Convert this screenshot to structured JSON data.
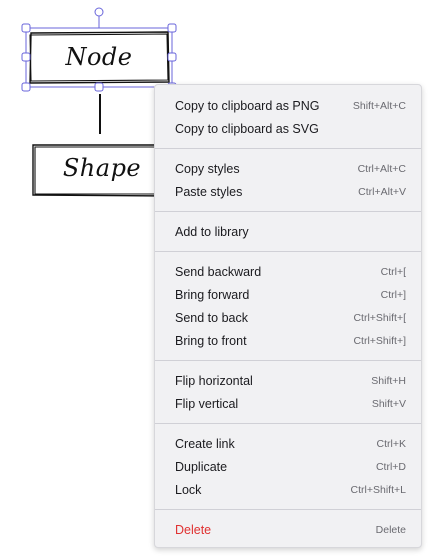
{
  "canvas": {
    "nodes": [
      {
        "label": "Node",
        "selected": true
      },
      {
        "label": "Shape",
        "selected": false
      }
    ],
    "selection_color": "#6965db"
  },
  "context_menu": {
    "groups": [
      [
        {
          "label": "Copy to clipboard as PNG",
          "shortcut": "Shift+Alt+C"
        },
        {
          "label": "Copy to clipboard as SVG",
          "shortcut": ""
        }
      ],
      [
        {
          "label": "Copy styles",
          "shortcut": "Ctrl+Alt+C"
        },
        {
          "label": "Paste styles",
          "shortcut": "Ctrl+Alt+V"
        }
      ],
      [
        {
          "label": "Add to library",
          "shortcut": ""
        }
      ],
      [
        {
          "label": "Send backward",
          "shortcut": "Ctrl+["
        },
        {
          "label": "Bring forward",
          "shortcut": "Ctrl+]"
        },
        {
          "label": "Send to back",
          "shortcut": "Ctrl+Shift+["
        },
        {
          "label": "Bring to front",
          "shortcut": "Ctrl+Shift+]"
        }
      ],
      [
        {
          "label": "Flip horizontal",
          "shortcut": "Shift+H"
        },
        {
          "label": "Flip vertical",
          "shortcut": "Shift+V"
        }
      ],
      [
        {
          "label": "Create link",
          "shortcut": "Ctrl+K"
        },
        {
          "label": "Duplicate",
          "shortcut": "Ctrl+D"
        },
        {
          "label": "Lock",
          "shortcut": "Ctrl+Shift+L"
        }
      ],
      [
        {
          "label": "Delete",
          "shortcut": "Delete",
          "danger": true
        }
      ]
    ],
    "danger_color": "#e03131"
  }
}
